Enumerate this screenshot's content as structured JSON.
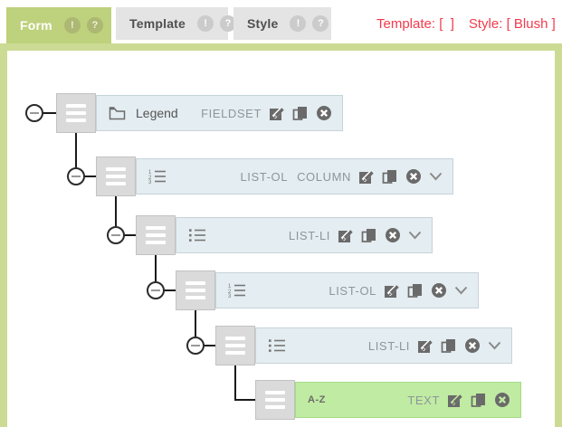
{
  "tabs": {
    "form": {
      "label": "Form",
      "alert": "!",
      "help": "?"
    },
    "template": {
      "label": "Template",
      "alert": "!",
      "help": "?"
    },
    "style": {
      "label": "Style",
      "alert": "!",
      "help": "?"
    }
  },
  "status": {
    "template_label": "Template: ",
    "template_value": "[  ]",
    "style_label": "Style: ",
    "style_value": "[ Blush ]"
  },
  "tree": {
    "rows": [
      {
        "icon": "folder-icon",
        "label": "Legend",
        "type": "FIELDSET"
      },
      {
        "icon": "ordered-list-icon",
        "type": "LIST-OL",
        "modifier": "COLUMN"
      },
      {
        "icon": "unordered-list-icon",
        "type": "LIST-LI"
      },
      {
        "icon": "ordered-list-icon",
        "type": "LIST-OL"
      },
      {
        "icon": "unordered-list-icon",
        "type": "LIST-LI"
      },
      {
        "icon": "text-icon",
        "icon_text": "A-Z",
        "type": "TEXT"
      }
    ]
  },
  "colors": {
    "accent_green": "#bed17c",
    "frame_green": "#cbdb94",
    "row_blue": "#e4edf1",
    "leaf_green": "#c0eba2",
    "status_red": "#f23a4c",
    "icon_gray": "#6a6a6a"
  }
}
